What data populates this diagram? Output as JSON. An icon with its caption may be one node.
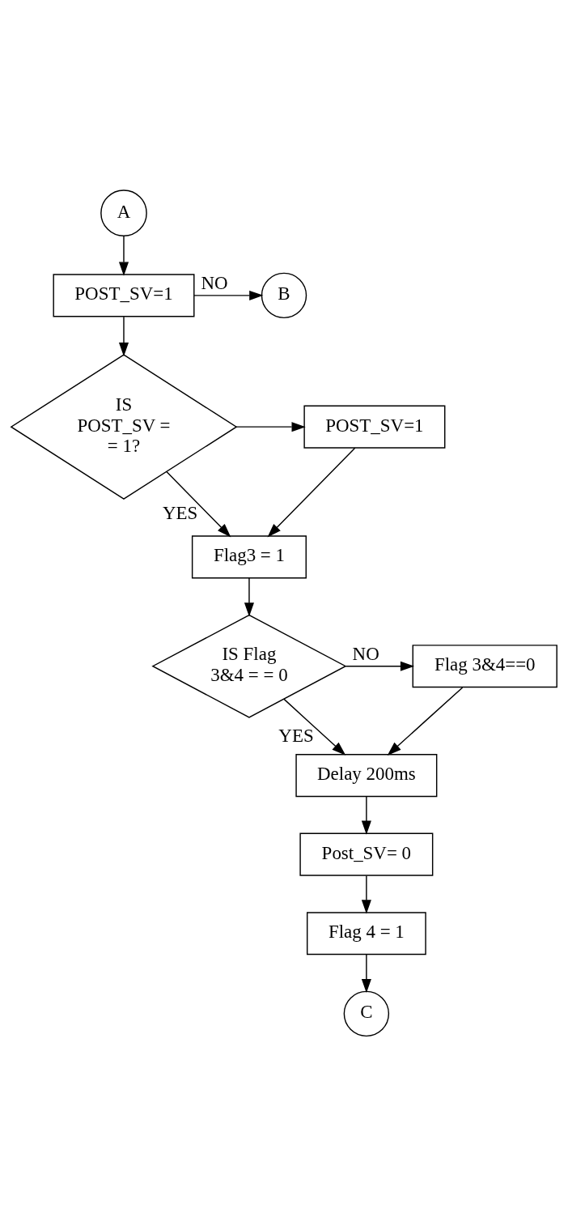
{
  "diagram": {
    "nodes": [
      {
        "text": [
          "A"
        ]
      },
      {
        "text": [
          "POST_SV=1"
        ]
      },
      {
        "text": [
          "B"
        ]
      },
      {
        "text": [
          "IS POST_SV = = 1?"
        ]
      },
      {
        "text": [
          "POST_SV=1"
        ]
      },
      {
        "text": [
          "Flag3 = 1"
        ]
      },
      {
        "text": [
          "IS Flag 3&4 = = 0"
        ]
      },
      {
        "text": [
          "Flag 3&4==0"
        ]
      },
      {
        "text": [
          "Delay 200ms"
        ]
      },
      {
        "text": [
          "Post_SV= 0"
        ]
      },
      {
        "text": [
          "Flag 4 = 1"
        ]
      },
      {
        "text": [
          "C"
        ]
      }
    ],
    "edges": [
      {
        "from": 0,
        "to": 1,
        "arrow": "to"
      },
      {
        "from": 1,
        "to": 2,
        "arrow": "to",
        "label": "NO"
      },
      {
        "from": 1,
        "to": 3,
        "arrow": "to"
      },
      {
        "from": 3,
        "to": 4,
        "arrow": "to"
      },
      {
        "from": 3,
        "to": 5,
        "arrow": "to",
        "label": "YES"
      },
      {
        "from": 4,
        "to": 5,
        "arrow": "to"
      },
      {
        "from": 5,
        "to": 6,
        "arrow": "to"
      },
      {
        "from": 6,
        "to": 7,
        "arrow": "to",
        "label": "NO"
      },
      {
        "from": 6,
        "to": 8,
        "arrow": "to",
        "label": "YES"
      },
      {
        "from": 7,
        "to": 8,
        "arrow": "to"
      },
      {
        "from": 8,
        "to": 9,
        "arrow": "to"
      },
      {
        "from": 9,
        "to": 10,
        "arrow": "to"
      },
      {
        "from": 10,
        "to": 11,
        "arrow": "to"
      }
    ]
  }
}
